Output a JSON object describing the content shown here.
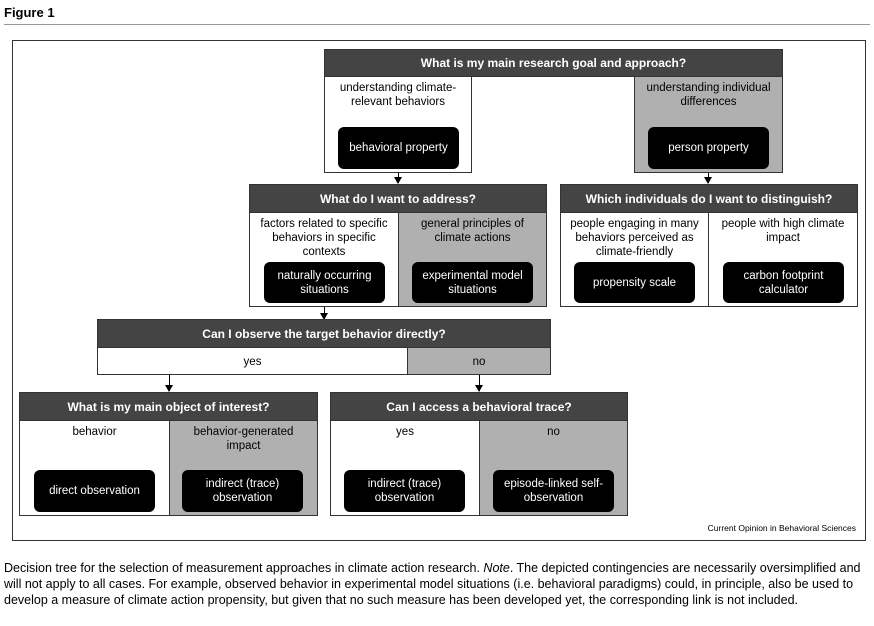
{
  "figure_label": "Figure 1",
  "q1": {
    "title": "What is my main research goal and approach?",
    "left_text": "understanding climate-relevant behaviors",
    "left_pill": "behavioral property",
    "right_text": "understanding individual differences",
    "right_pill": "person property"
  },
  "q2": {
    "title": "What do I want to address?",
    "left_text": "factors related to specific behaviors in specific contexts",
    "left_pill": "naturally occurring situations",
    "right_text": "general principles of climate actions",
    "right_pill": "experimental model situations"
  },
  "q3": {
    "title": "Which individuals do I want to distinguish?",
    "left_text": "people engaging in many behaviors perceived as climate-friendly",
    "left_pill": "propensity scale",
    "right_text": "people with high climate impact",
    "right_pill": "carbon footprint calculator"
  },
  "q4": {
    "title": "Can I observe the target behavior directly?",
    "yes": "yes",
    "no": "no"
  },
  "q5": {
    "title": "What is my main object of interest?",
    "left_text": "behavior",
    "left_pill": "direct observation",
    "right_text": "behavior-generated impact",
    "right_pill": "indirect (trace) observation"
  },
  "q6": {
    "title": "Can I access a behavioral trace?",
    "left_text": "yes",
    "left_pill": "indirect (trace) observation",
    "right_text": "no",
    "right_pill": "episode-linked self-observation"
  },
  "credit": "Current Opinion in Behavioral Sciences",
  "caption": {
    "part1": "Decision tree for the selection of measurement approaches in climate action research. ",
    "note": "Note",
    "part2": ". The depicted contingencies are necessarily oversimplified and will not apply to all cases. For example, observed behavior in experimental model situations (i.e. behavioral paradigms) could, in principle, also be used to develop a measure of climate action propensity, but given that no such measure has been developed yet, the corresponding link is not included."
  }
}
